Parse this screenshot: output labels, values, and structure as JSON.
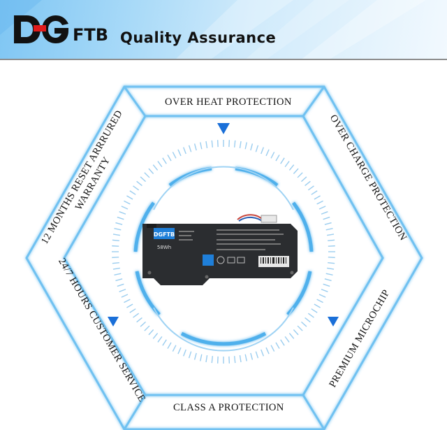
{
  "header": {
    "logo_text": "DGFTB",
    "logo_ftb": "FTB",
    "tagline": "Quality Assurance"
  },
  "features": {
    "top": "OVER HEAT PROTECTION",
    "upper_left": "12 MONTHS RESET ARRRURED WARRANTY",
    "upper_left_line1": "12 MONTHS RESET ARRRURED",
    "upper_left_line2": "WARRANTY",
    "upper_right": "OVER CHARGE PROTECTION",
    "lower_left": "24/7 HOURS CUSTOMER SERVICE",
    "lower_right": "PREMIUM MICROCHIP",
    "bottom": "CLASS A PROTECTION"
  },
  "battery": {
    "brand": "DGFTB",
    "capacity": "58Wh"
  },
  "colors": {
    "accent_blue": "#1a7fd6",
    "frame_blue": "#62b8ee",
    "arrow_blue": "#1a6fd8",
    "battery_body": "#2b2d30"
  }
}
